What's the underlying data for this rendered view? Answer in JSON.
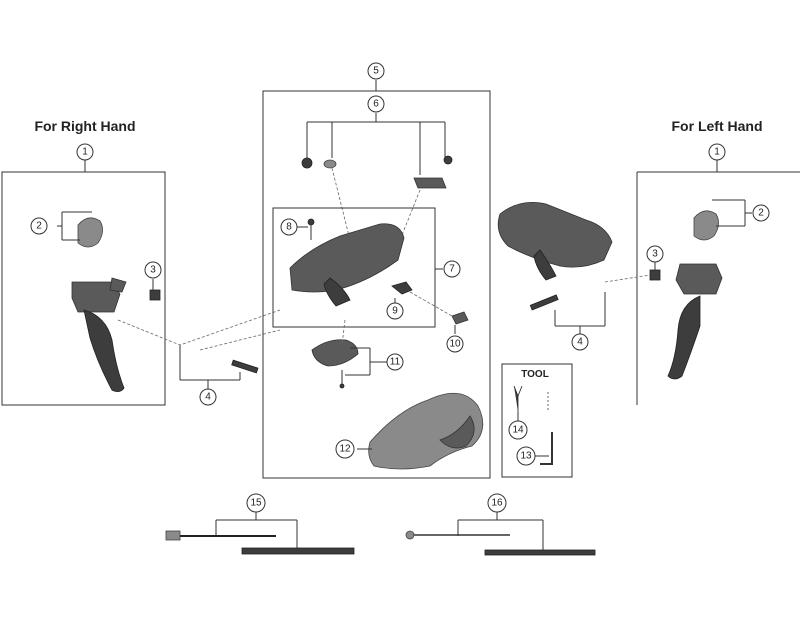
{
  "headings": {
    "right_hand": "For Right Hand",
    "left_hand": "For Left Hand",
    "tool": "TOOL"
  },
  "callouts": {
    "c1": "1",
    "c2": "2",
    "c3": "3",
    "c4": "4",
    "c5": "5",
    "c6": "6",
    "c7": "7",
    "c8": "8",
    "c9": "9",
    "c10": "10",
    "c11": "11",
    "c12": "12",
    "c13": "13",
    "c14": "14",
    "c15": "15",
    "c16": "16"
  },
  "colors": {
    "part_dark": "#3d3d3d",
    "part_mid": "#5a5a5a",
    "part_light": "#8a8a8a",
    "line": "#333333"
  }
}
